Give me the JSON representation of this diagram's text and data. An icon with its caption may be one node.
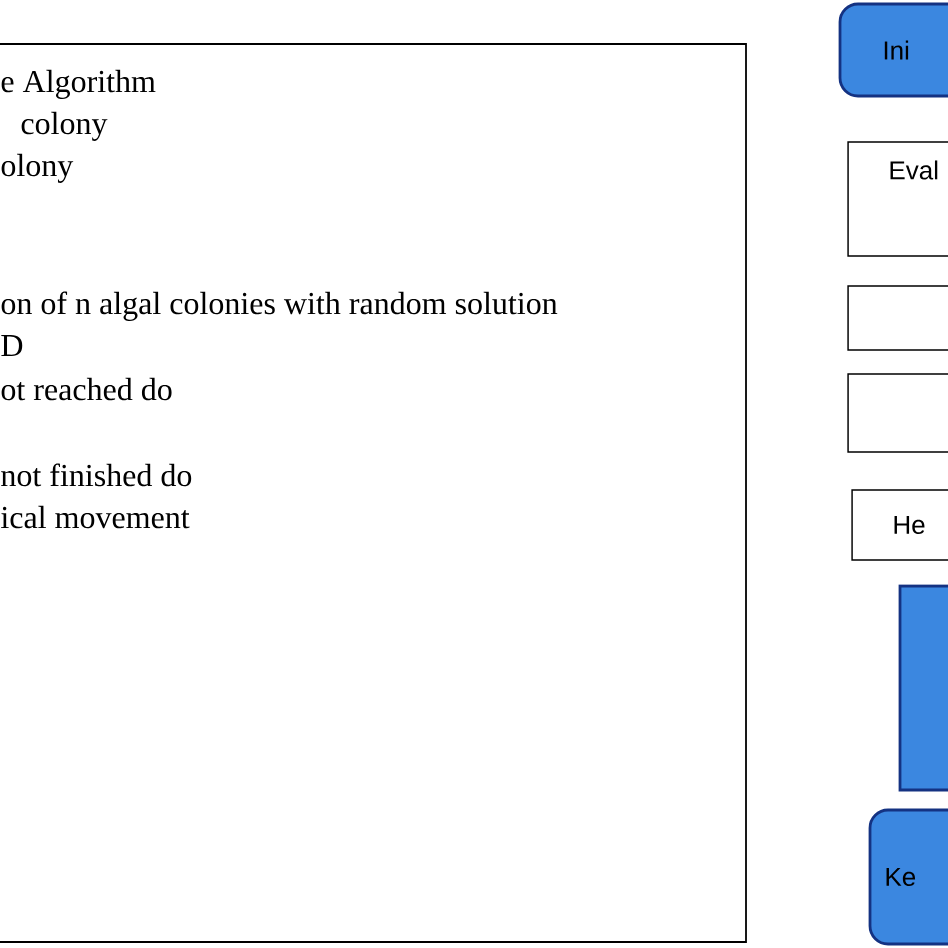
{
  "diagram": {
    "nodes": [
      {
        "text": [
          "e Algorithm",
          "colony",
          "olony",
          "on of n algal colonies with random solution",
          "D",
          "ot reached do",
          "not finished do",
          "ical movement"
        ]
      },
      {
        "text": [
          "Ini"
        ]
      },
      {
        "text": [
          "Eval"
        ]
      },
      {
        "text": [],
        "shape": "box"
      },
      {
        "text": [],
        "shape": "box"
      },
      {
        "text": [
          "He"
        ]
      },
      {
        "text": [],
        "shape": "box"
      },
      {
        "text": [
          "Ke"
        ]
      }
    ]
  }
}
